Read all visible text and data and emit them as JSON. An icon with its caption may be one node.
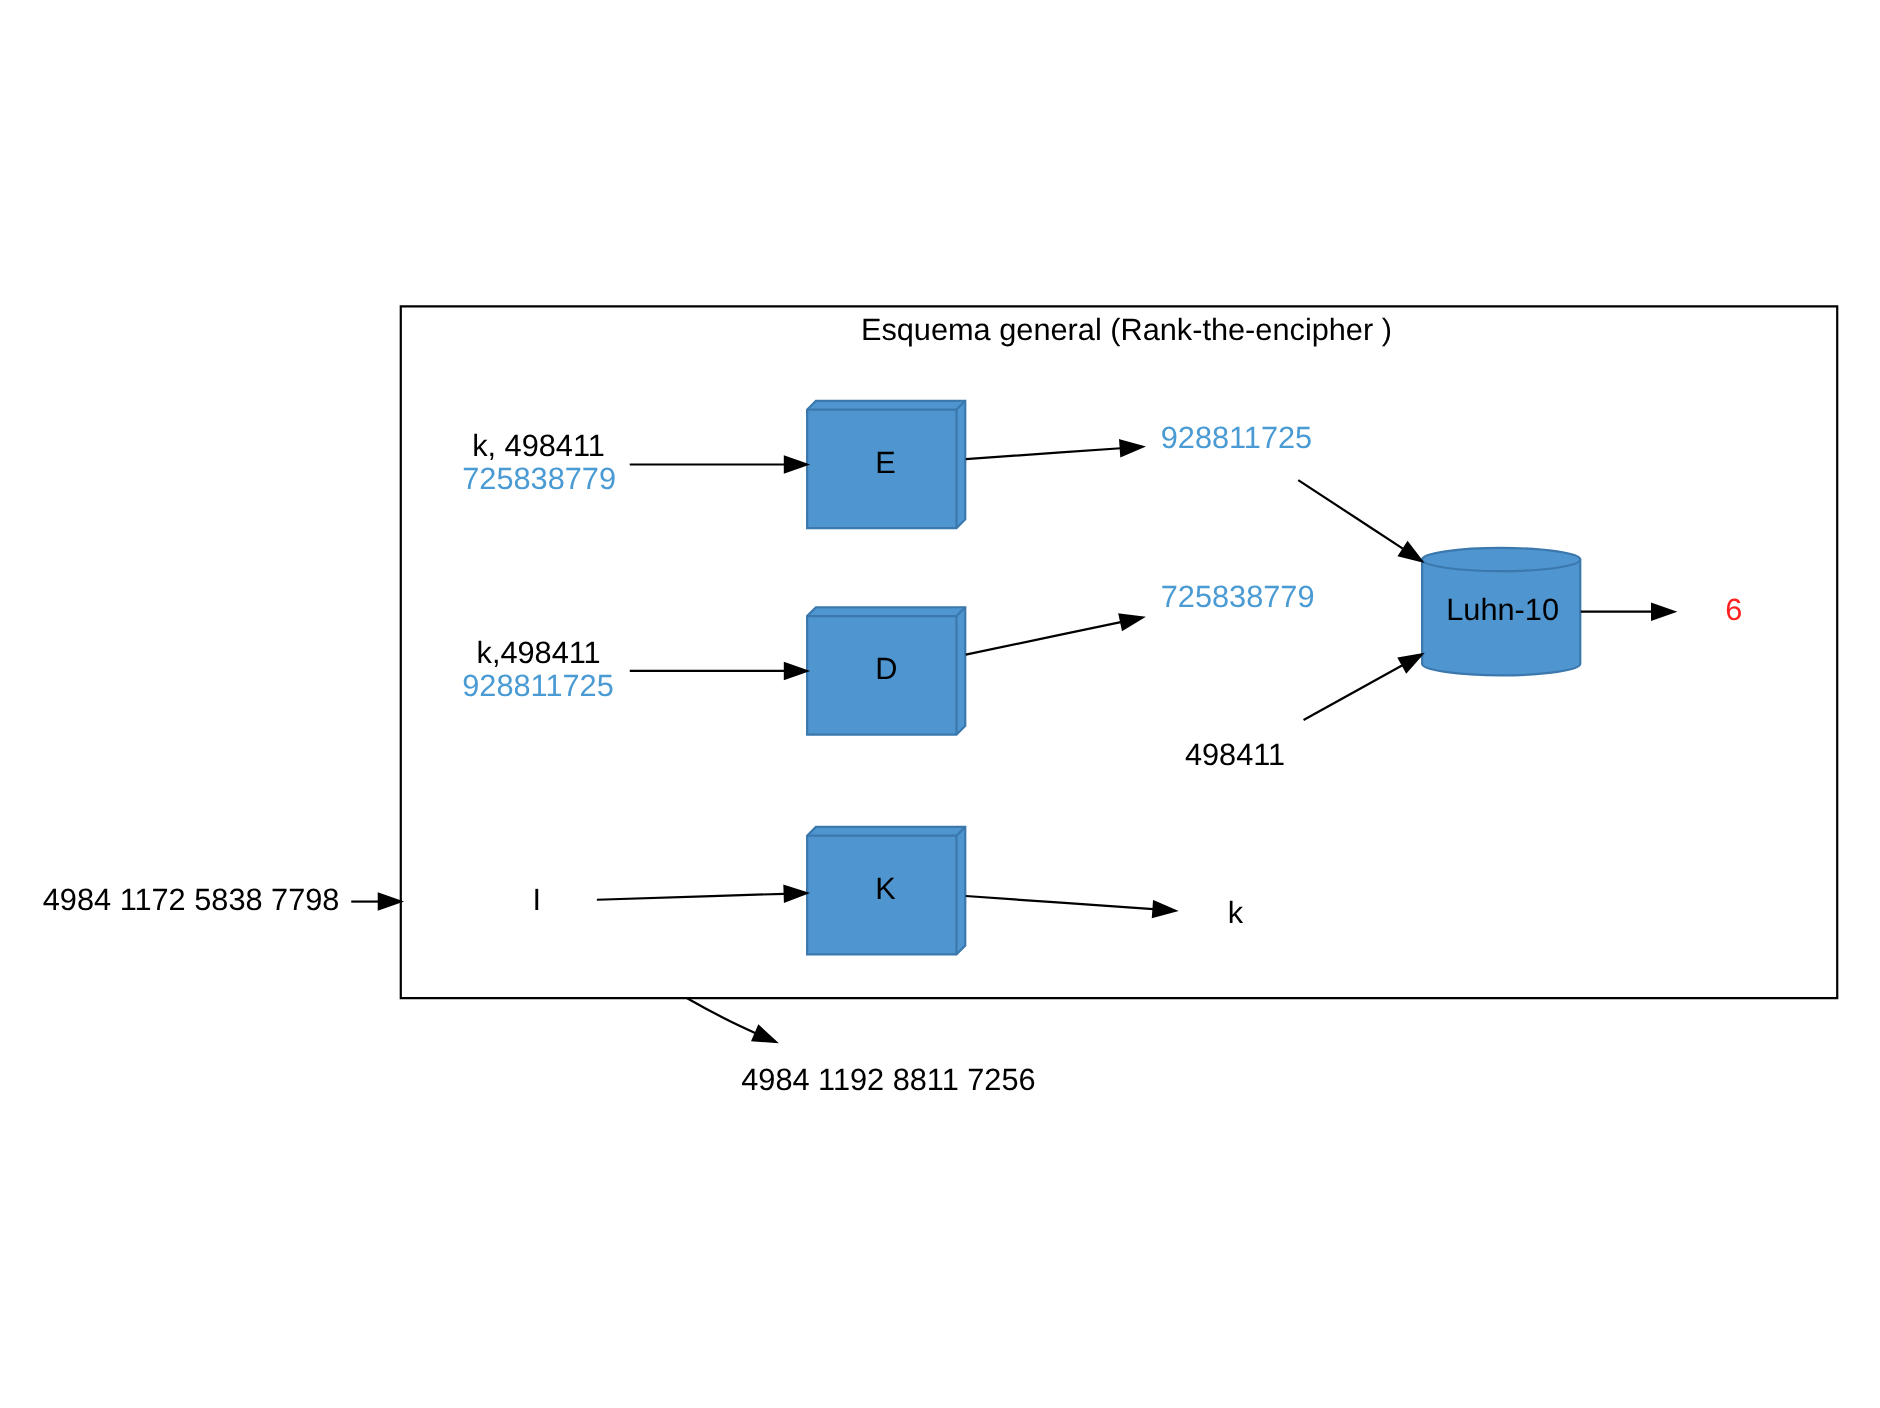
{
  "diagram": {
    "nodes": [
      {
        "text": [
          "4984 1172 5838 7798"
        ]
      },
      {
        "text": [
          "Esquema general (Rank-the-encipher )"
        ]
      },
      {
        "text": [
          "I"
        ],
        "in": 1
      },
      {
        "text": [
          "K"
        ],
        "in": 1
      },
      {
        "text": [
          "k"
        ],
        "in": 1
      },
      {
        "text": [
          "k, 498411",
          "725838779"
        ],
        "in": 1
      },
      {
        "text": [
          "E"
        ],
        "in": 1
      },
      {
        "text": [
          "928811725"
        ],
        "in": 1
      },
      {
        "text": [
          "498411"
        ],
        "in": 1
      },
      {
        "text": [
          "Luhn-10"
        ],
        "in": 1
      },
      {
        "text": [
          "6"
        ],
        "in": 1
      },
      {
        "text": [
          "k,498411",
          "928811725"
        ],
        "in": 1
      },
      {
        "text": [
          "D"
        ],
        "in": 1
      },
      {
        "text": [
          "725838779"
        ],
        "in": 1
      },
      {
        "text": [
          "4984 1192 8811 7256"
        ]
      }
    ],
    "edges": [
      {
        "from": 0,
        "to": 1,
        "arrow": "to"
      },
      {
        "from": 2,
        "to": 3,
        "arrow": "to"
      },
      {
        "from": 3,
        "to": 4,
        "arrow": "to"
      },
      {
        "from": 5,
        "to": 6,
        "arrow": "to"
      },
      {
        "from": 6,
        "to": 7,
        "arrow": "to"
      },
      {
        "from": 7,
        "to": 9,
        "arrow": "to"
      },
      {
        "from": 8,
        "to": 9,
        "arrow": "to"
      },
      {
        "from": 9,
        "to": 10,
        "arrow": "to"
      },
      {
        "from": 11,
        "to": 12,
        "arrow": "to"
      },
      {
        "from": 12,
        "to": 13,
        "arrow": "to"
      },
      {
        "from": 1,
        "to": 14,
        "arrow": "to"
      }
    ]
  }
}
